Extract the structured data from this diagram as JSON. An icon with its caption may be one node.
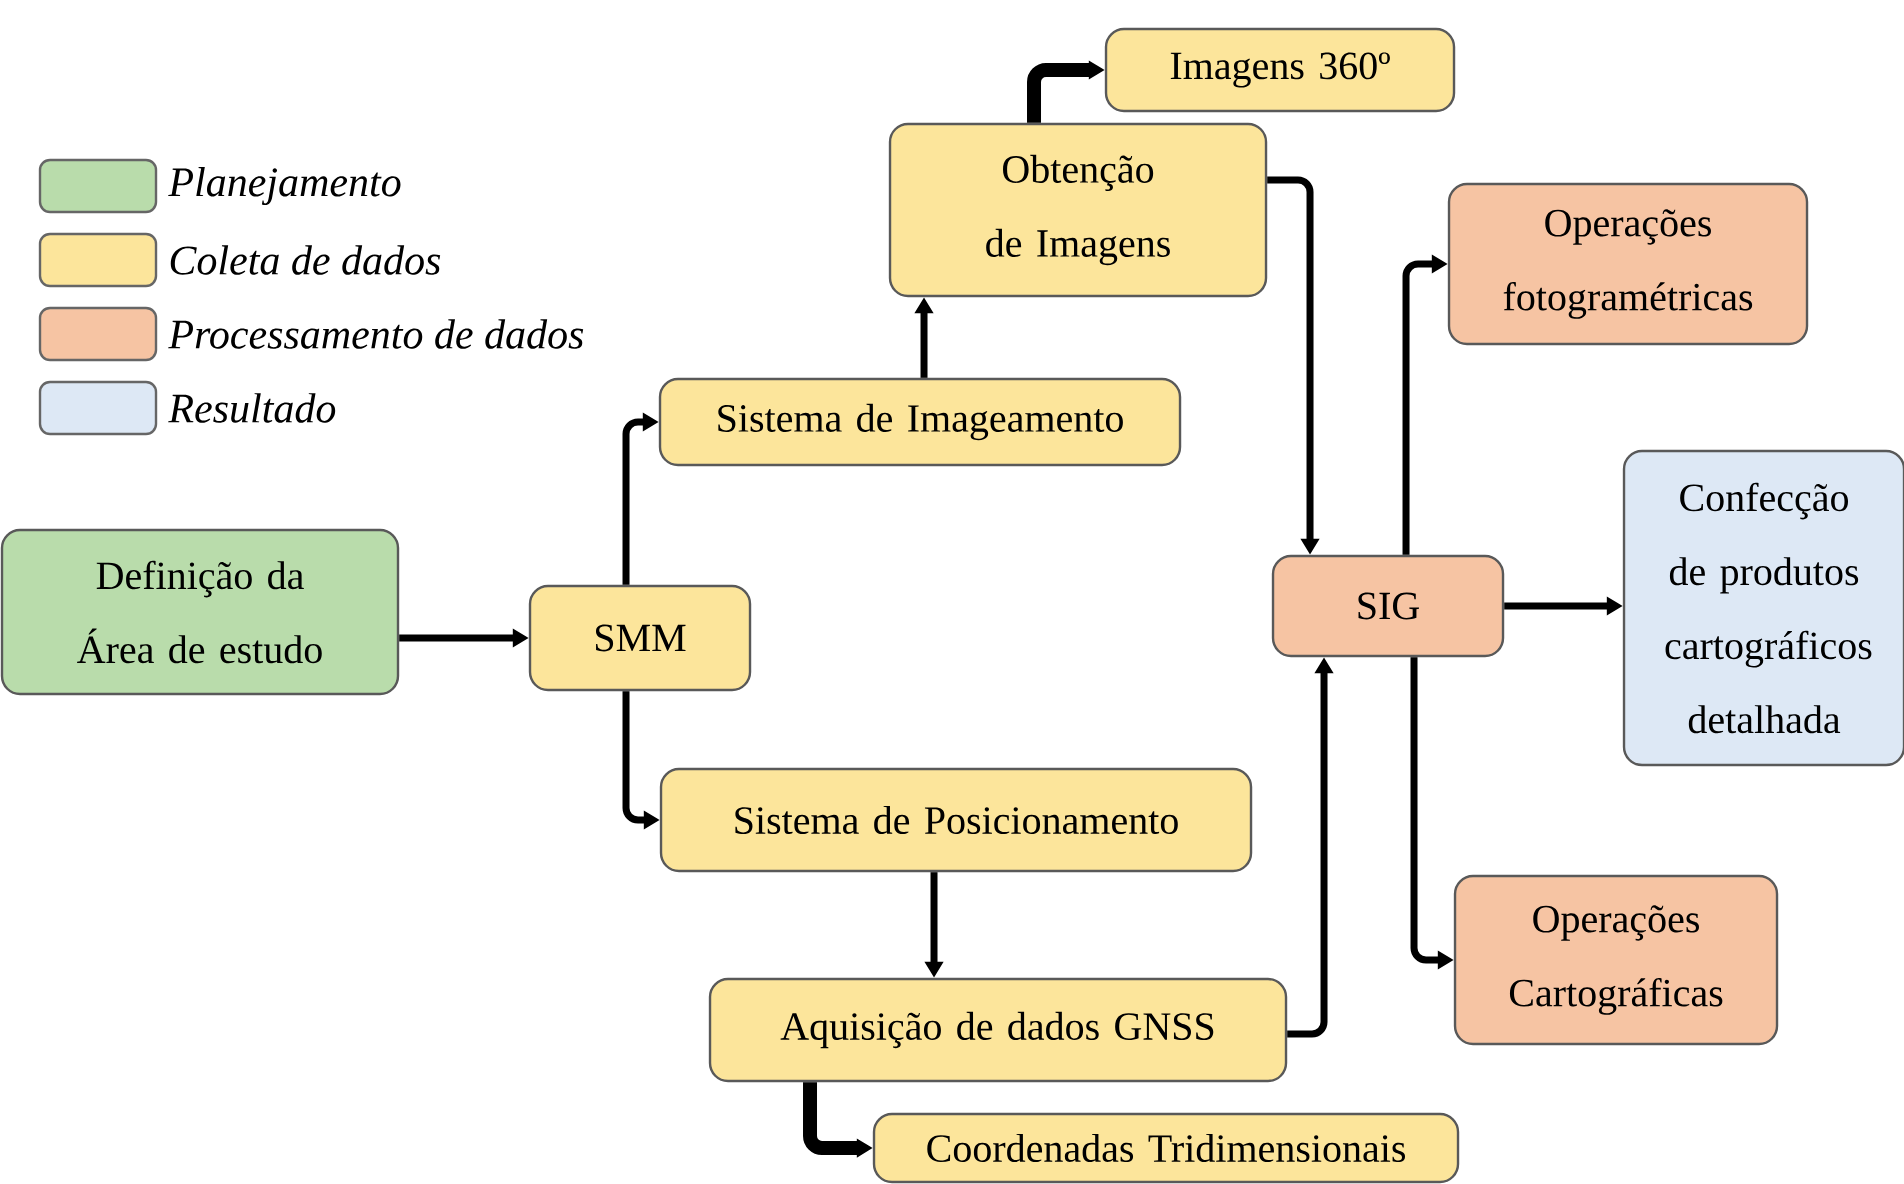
{
  "diagram": {
    "nodes": [
      {
        "text": [
          "Definição da Área de estudo"
        ]
      },
      {
        "text": [
          "SMM"
        ]
      },
      {
        "text": [
          "Sistema de Imageamento"
        ]
      },
      {
        "text": [
          "Obtenção de Imagens"
        ]
      },
      {
        "text": [
          "Imagens 360º"
        ]
      },
      {
        "text": [
          "Sistema de Posicionamento"
        ]
      },
      {
        "text": [
          "Aquisição de dados GNSS"
        ]
      },
      {
        "text": [
          "Coordenadas Tridimensionais"
        ]
      },
      {
        "text": [
          "SIG"
        ]
      },
      {
        "text": [
          "Operações fotogramétricas"
        ]
      },
      {
        "text": [
          "Confecção de produtos cartográficos detalhada"
        ]
      },
      {
        "text": [
          "Operações Cartográficas"
        ]
      }
    ],
    "edges": [
      {
        "from": 0,
        "to": 1,
        "arrow": "to"
      },
      {
        "from": 1,
        "to": 2,
        "arrow": "to"
      },
      {
        "from": 1,
        "to": 5,
        "arrow": "to"
      },
      {
        "from": 2,
        "to": 3,
        "arrow": "to"
      },
      {
        "from": 3,
        "to": 4,
        "arrow": "to",
        "style": "thick"
      },
      {
        "from": 3,
        "to": 8,
        "arrow": "to"
      },
      {
        "from": 5,
        "to": 6,
        "arrow": "to"
      },
      {
        "from": 6,
        "to": 8,
        "arrow": "to"
      },
      {
        "from": 6,
        "to": 7,
        "arrow": "to",
        "style": "thick"
      },
      {
        "from": 8,
        "to": 9,
        "arrow": "to"
      },
      {
        "from": 8,
        "to": 10,
        "arrow": "to"
      },
      {
        "from": 8,
        "to": 11,
        "arrow": "to"
      }
    ],
    "legend": [
      {
        "text": "Planejamento",
        "color": "#b9dcab"
      },
      {
        "text": "Coleta de dados",
        "color": "#fce59b"
      },
      {
        "text": "Processamento de dados",
        "color": "#f6c4a3"
      },
      {
        "text": "Resultado",
        "color": "#dde8f5"
      }
    ]
  }
}
